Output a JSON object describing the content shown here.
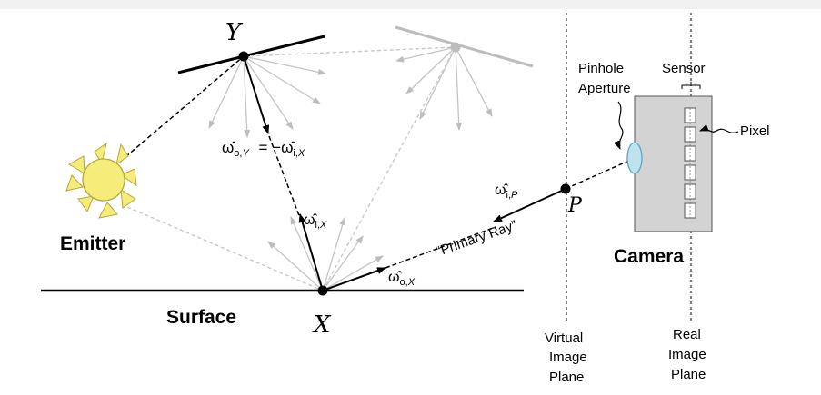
{
  "labels": {
    "y_point": "Y",
    "x_point": "X",
    "p_point": "P",
    "emitter": "Emitter",
    "surface": "Surface",
    "camera": "Camera",
    "pinhole_1": "Pinhole",
    "pinhole_2": "Aperture",
    "sensor": "Sensor",
    "pixel": "Pixel",
    "primary_ray": "“Primary Ray”",
    "virtual_1": "Virtual",
    "virtual_2": "Image",
    "virtual_3": "Plane",
    "real_1": "Real",
    "real_2": "Image",
    "real_3": "Plane"
  },
  "math": {
    "omega_oY": {
      "base": "ω̂",
      "sub": "o,",
      "sub_it": "Y"
    },
    "equals_minus": "= −",
    "omega_iX_top": {
      "base": "ω̂",
      "sub": "i,",
      "sub_it": "X"
    },
    "omega_iX": {
      "base": "ω̂",
      "sub": "i,",
      "sub_it": "X"
    },
    "omega_oX": {
      "base": "ω̂",
      "sub": "o,",
      "sub_it": "X"
    },
    "omega_iP": {
      "base": "ω̂",
      "sub": "i,",
      "sub_it": "P"
    }
  },
  "colors": {
    "ink": "#000000",
    "gray_ray": "#bdbdbd",
    "sun_fill": "#f5ec7a",
    "sun_stroke": "#b5a93a",
    "camera_fill": "#d3d3d3",
    "lens_fill": "#bfe3ee",
    "lens_stroke": "#5aa6c0"
  }
}
